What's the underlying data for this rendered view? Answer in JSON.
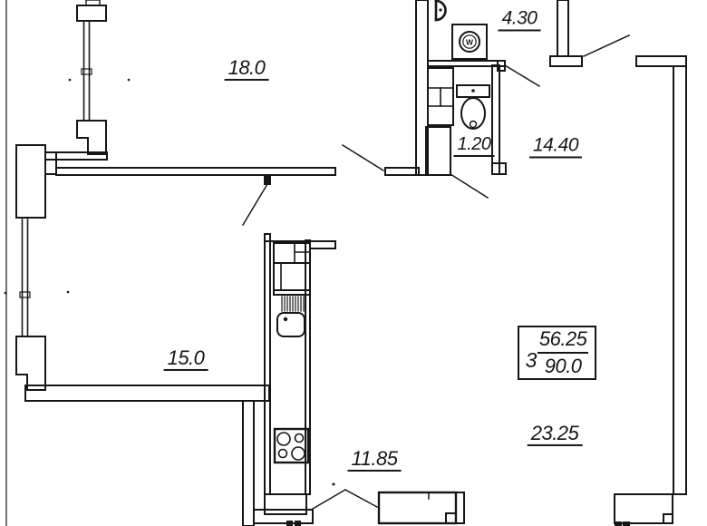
{
  "plan": {
    "background": "#ffffff",
    "line_color": "#161616",
    "rooms": [
      {
        "name": "room-1",
        "area_label": "18.0"
      },
      {
        "name": "bathroom",
        "area_label": "4.30"
      },
      {
        "name": "wc",
        "area_label": "1.20"
      },
      {
        "name": "hallway",
        "area_label": "14.40"
      },
      {
        "name": "room-2",
        "area_label": "15.0"
      },
      {
        "name": "kitchen",
        "area_label": "11.85"
      },
      {
        "name": "living-room",
        "area_label": "23.25"
      }
    ],
    "summary_box": {
      "rooms_count": "3",
      "living_area": "56.25",
      "total_area": "90.0"
    },
    "icons": {
      "washing_machine_letter": "W"
    }
  }
}
